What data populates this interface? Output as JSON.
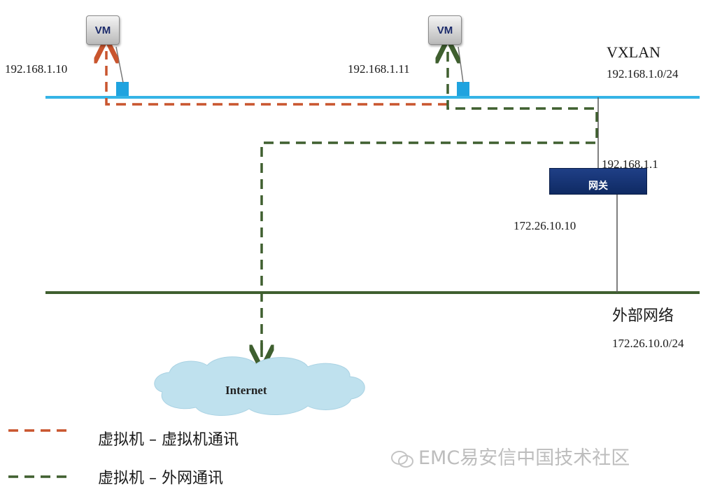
{
  "network": {
    "title": "VXLAN",
    "subnet": "192.168.1.0/24"
  },
  "vms": [
    {
      "label": "VM",
      "ip": "192.168.1.10"
    },
    {
      "label": "VM",
      "ip": "192.168.1.11"
    }
  ],
  "gateway": {
    "label": "网关",
    "inner_ip": "192.168.1.1",
    "outer_ip": "172.26.10.10"
  },
  "external": {
    "title": "外部网络",
    "subnet": "172.26.10.0/24"
  },
  "internet": {
    "label": "Internet"
  },
  "legend": [
    {
      "text": "虚拟机 – 虚拟机通讯",
      "color": "#c9552e"
    },
    {
      "text": "虚拟机 – 外网通讯",
      "color": "#3f5f2f"
    }
  ],
  "watermark": "EMC易安信中国技术社区",
  "colors": {
    "vxlan_line": "#35b4e6",
    "external_line": "#3f5f2f",
    "vm_to_vm": "#c9552e",
    "vm_to_internet": "#3f5f2f",
    "gateway": "#173677",
    "cloud": "#bfe1ee"
  }
}
